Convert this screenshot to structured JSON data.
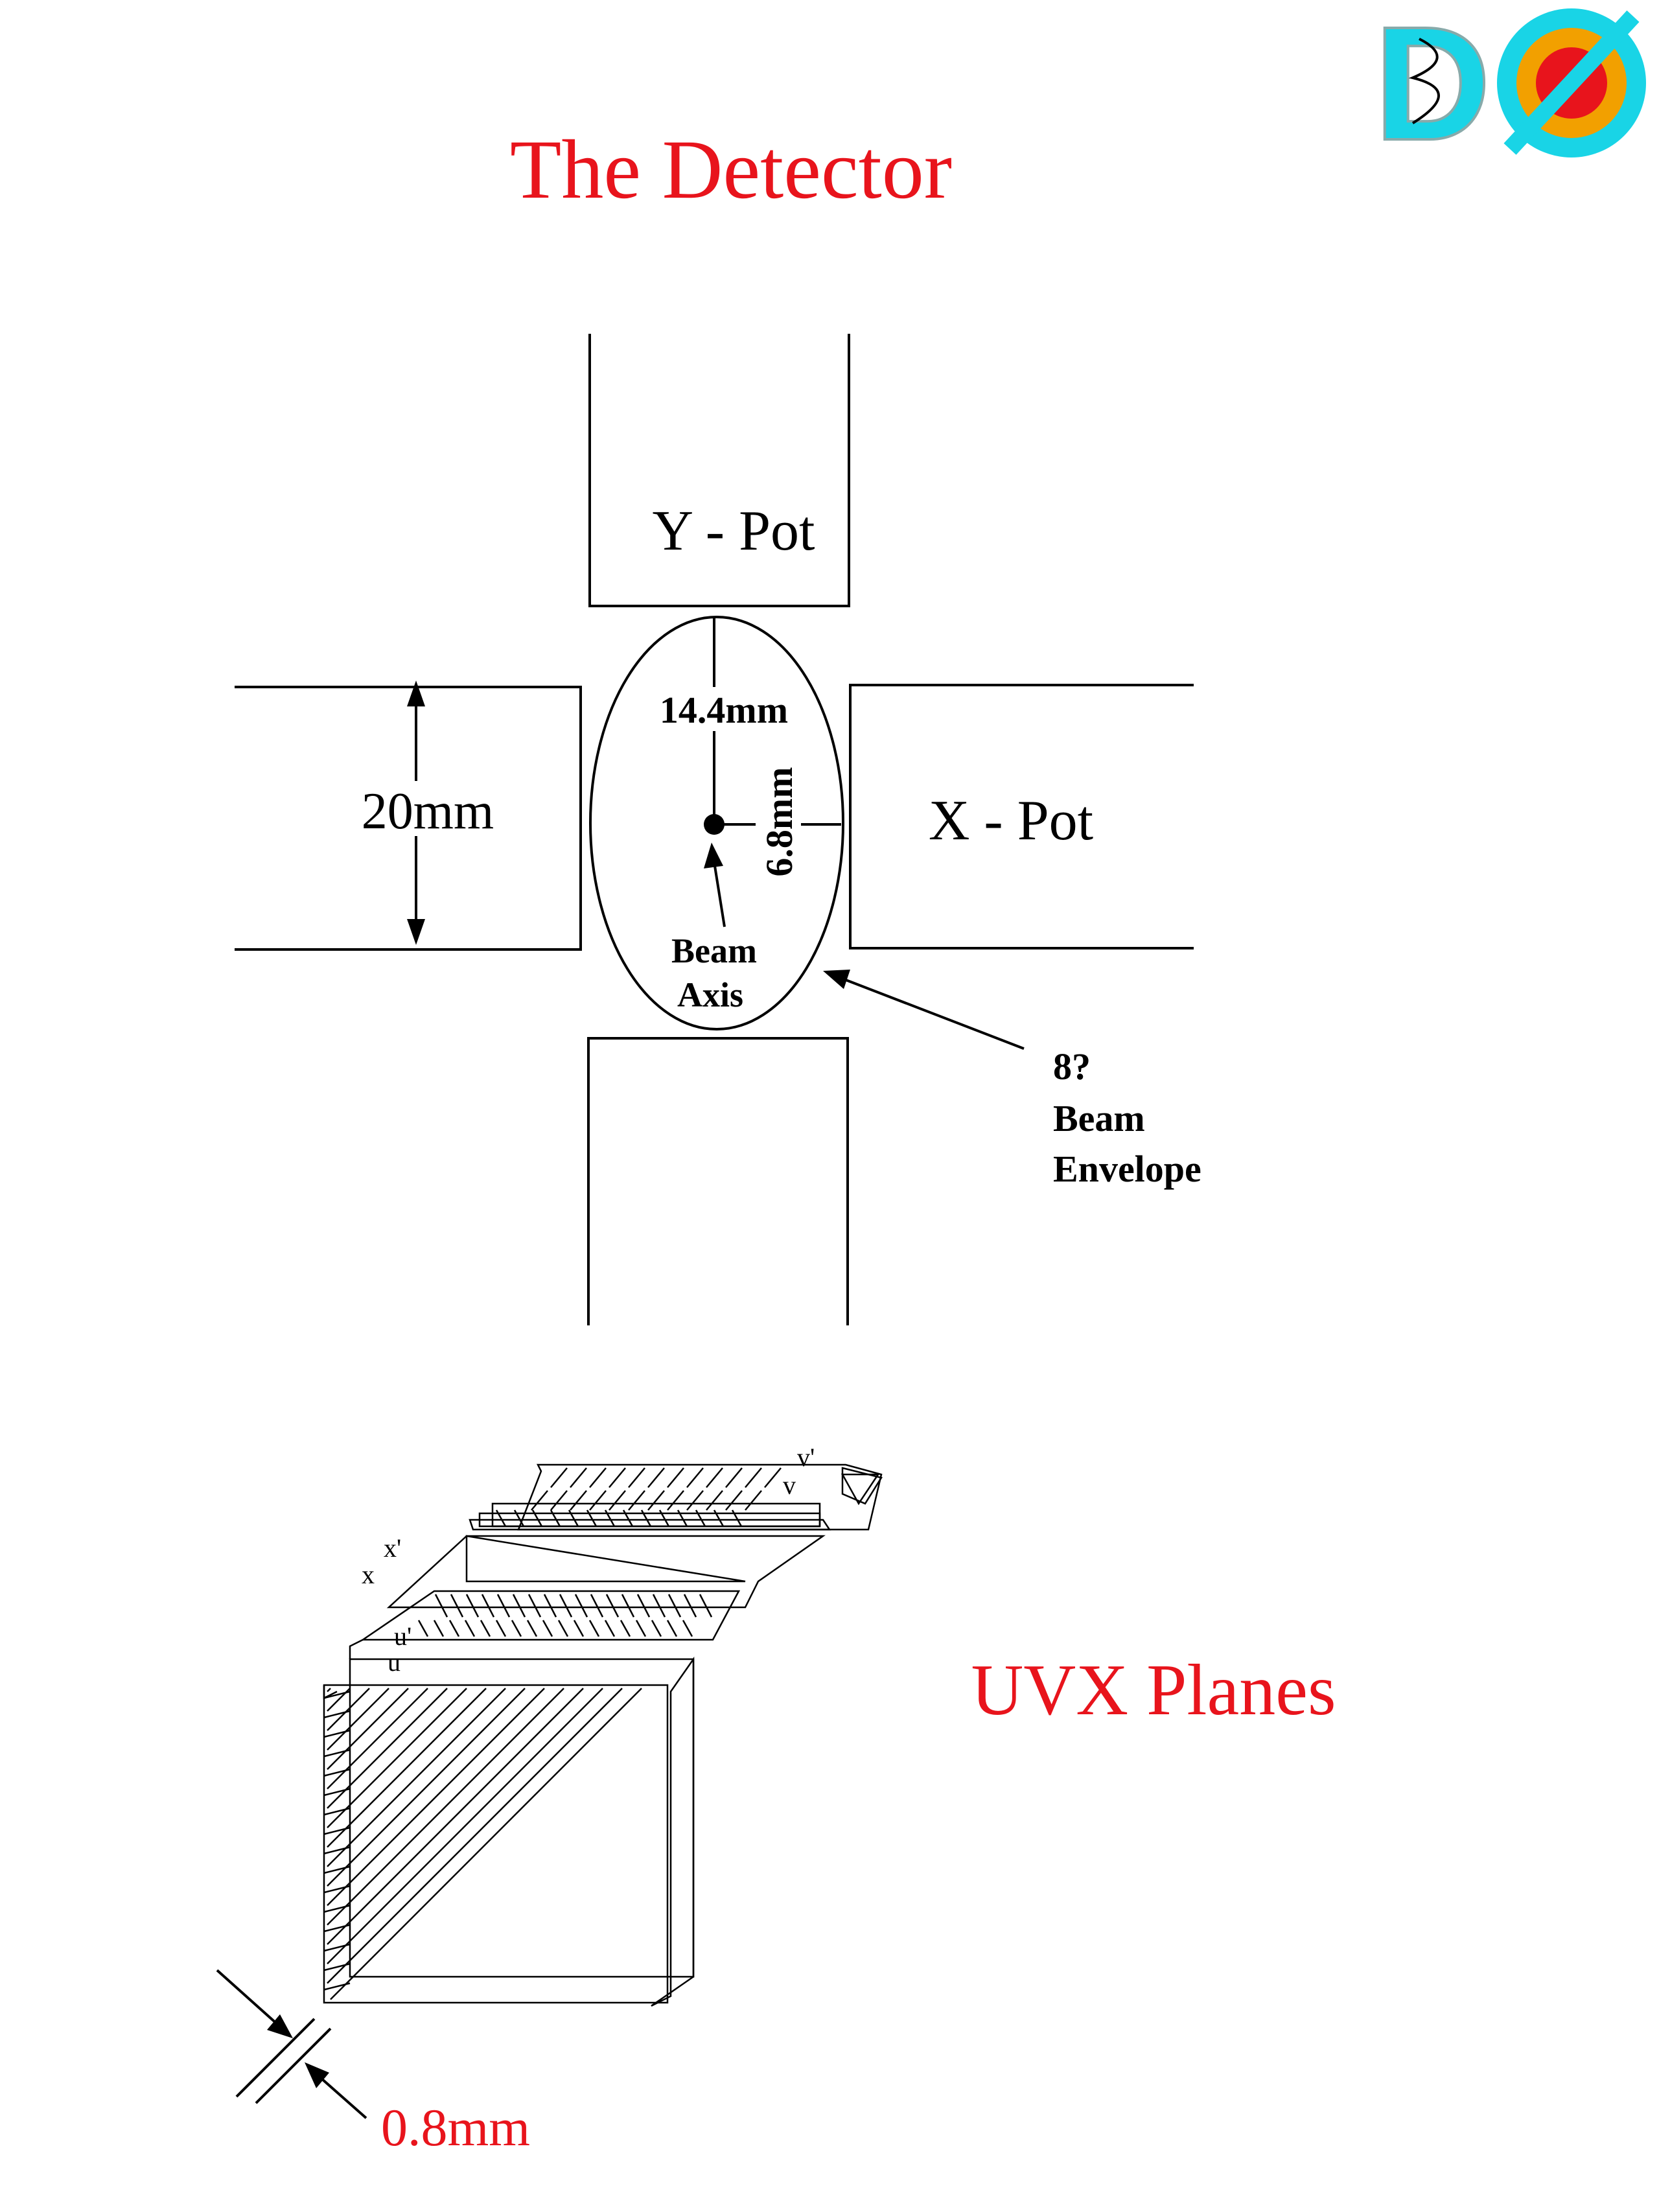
{
  "slide": {
    "title": "The Detector",
    "accent_color": "#e8141c",
    "logo": {
      "text": "DØ",
      "colors": [
        "#19d4e6",
        "#f2c200",
        "#e8141c"
      ]
    }
  },
  "detector": {
    "y_pot_label": "Y - Pot",
    "x_pot_label": "X - Pot",
    "height_dimension": "20mm",
    "ellipse_vertical": "14.4mm",
    "ellipse_horizontal": "6.8mm",
    "beam_axis_line1": "Beam",
    "beam_axis_line2": "Axis",
    "envelope_line1": "8?",
    "envelope_line2": "Beam",
    "envelope_line3": "Envelope"
  },
  "uvx": {
    "title": "UVX Planes",
    "plane_labels": {
      "v_prime": "v'",
      "v": "v",
      "x_prime": "x'",
      "x": "x",
      "u_prime": "u'",
      "u": "u"
    },
    "fiber_pitch": "0.8mm"
  }
}
